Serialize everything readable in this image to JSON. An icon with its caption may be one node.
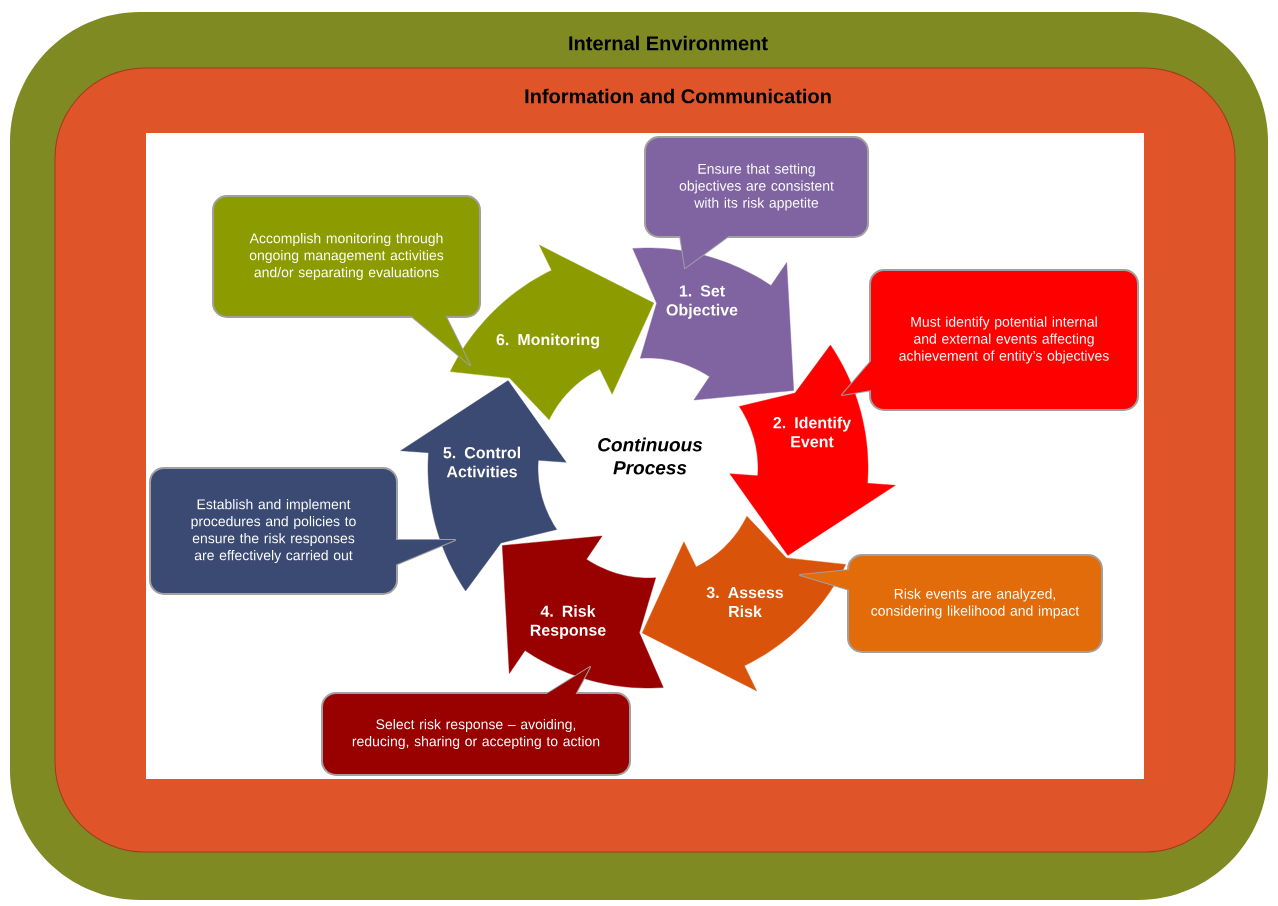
{
  "diagram": {
    "nodes": [
      {
        "text": [
          "Internal Environment"
        ]
      },
      {
        "text": [
          "Information and Communication"
        ],
        "in": 0
      },
      {
        "text": [
          "1. Set Objective"
        ],
        "in": 1
      },
      {
        "text": [
          "2. Identify Event"
        ],
        "in": 1
      },
      {
        "text": [
          "3. Assess Risk"
        ],
        "in": 1
      },
      {
        "text": [
          "4. Risk Response"
        ],
        "in": 1
      },
      {
        "text": [
          "5. Control Activities"
        ],
        "in": 1
      },
      {
        "text": [
          "6. Monitoring"
        ],
        "in": 1
      },
      {
        "text": [
          "Ensure that setting objectives are consistent with its risk appetite"
        ],
        "in": 1
      },
      {
        "text": [
          "Must identify potential internal and external events affecting achievement of entity’s objectives"
        ],
        "in": 1
      },
      {
        "text": [
          "Risk events are analyzed, considering likelihood and impact"
        ],
        "in": 1
      },
      {
        "text": [
          "Select risk response – avoiding, reducing, sharing or accepting to action"
        ],
        "in": 1
      },
      {
        "text": [
          "Establish and implement procedures and policies to ensure the risk responses are effectively carried out"
        ],
        "in": 1
      },
      {
        "text": [
          "Accomplish monitoring through ongoing management activities and/or separating evaluations"
        ],
        "in": 1
      }
    ],
    "labels": [
      "Continuous Process"
    ]
  }
}
